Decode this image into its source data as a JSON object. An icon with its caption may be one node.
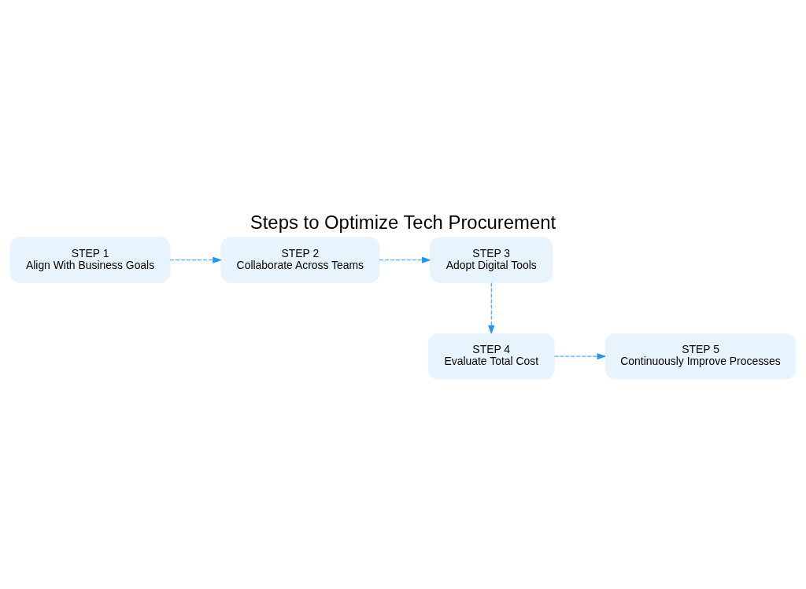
{
  "diagram": {
    "title": "Steps to Optimize Tech Procurement",
    "nodes": [
      {
        "text": [
          "STEP 1",
          "Align With Business Goals"
        ]
      },
      {
        "text": [
          "STEP 2",
          "Collaborate Across Teams"
        ]
      },
      {
        "text": [
          "STEP 3",
          "Adopt Digital Tools"
        ]
      },
      {
        "text": [
          "STEP 4",
          "Evaluate Total Cost"
        ]
      },
      {
        "text": [
          "STEP 5",
          "Continuously Improve Processes"
        ]
      }
    ],
    "edges": [
      {
        "from": 0,
        "to": 1,
        "arrow": "to",
        "style": "dashed"
      },
      {
        "from": 1,
        "to": 2,
        "arrow": "to",
        "style": "dashed"
      },
      {
        "from": 2,
        "to": 3,
        "arrow": "to",
        "style": "dashed"
      },
      {
        "from": 3,
        "to": 4,
        "arrow": "to",
        "style": "dashed"
      }
    ]
  }
}
